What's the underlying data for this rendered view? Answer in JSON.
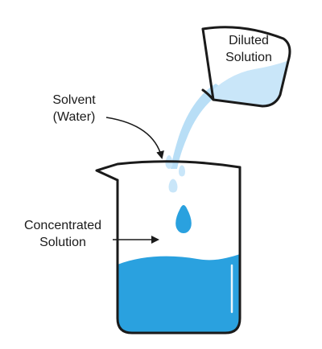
{
  "labels": {
    "solvent": [
      "Solvent",
      "(Water)"
    ],
    "concentrated": [
      "Concentrated",
      "Solution"
    ],
    "diluted": [
      "Diluted",
      "Solution"
    ]
  },
  "colors": {
    "outline": "#1a1a1a",
    "solution": "#2aa1df",
    "solution_light": "#c9e6f9",
    "stream": "#b8def6",
    "highlight": "#ffffff"
  },
  "icons": {
    "beaker": "beaker-icon",
    "pouring_cup": "cup-icon",
    "droplet": "droplet-icon",
    "arrow": "arrow-icon"
  }
}
